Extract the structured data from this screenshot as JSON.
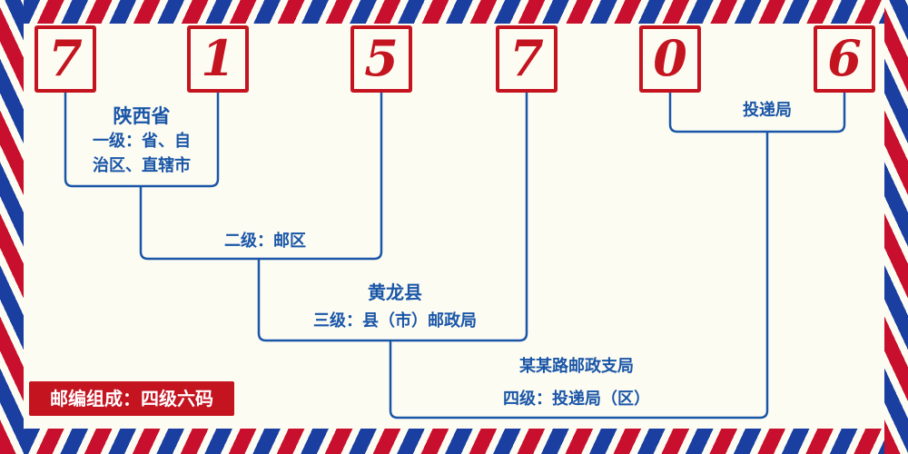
{
  "postal_code": {
    "digits": [
      "7",
      "1",
      "5",
      "7",
      "0",
      "6"
    ]
  },
  "labels": {
    "level1": {
      "region": "陕西省",
      "desc_lines": [
        "一级：省、自",
        "治区、直辖市"
      ]
    },
    "level2": {
      "desc": "二级：邮区"
    },
    "level3": {
      "name": "黄龙县",
      "desc": "三级：县（市）邮政局"
    },
    "level4": {
      "name": "某某路邮政支局",
      "desc": "四级：投递局（区）"
    },
    "delivery": {
      "name": "投递局"
    }
  },
  "footer": {
    "badge": "邮编组成：四级六码"
  },
  "colors": {
    "digit_red": "#c41420",
    "line_blue": "#1a56a8",
    "badge_red": "#c41420",
    "stripe_red": "#c8102e",
    "stripe_blue": "#1b3fa0",
    "background": "#fdfcf2"
  }
}
